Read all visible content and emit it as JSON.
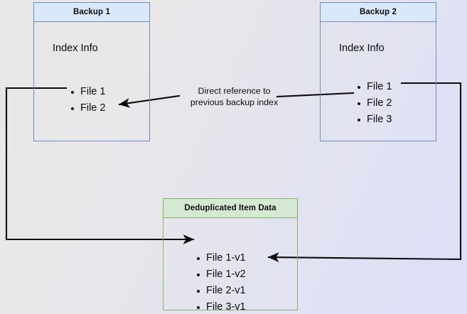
{
  "diagram": {
    "title": "Backup deduplication reference diagram",
    "background": {
      "from_color": "#e8e6e6",
      "to_color": "#dee0f6"
    },
    "colors": {
      "blue_border": "#6c8ebf",
      "blue_header_fill": "#dae8fc",
      "green_border": "#82b366",
      "green_header_fill": "#d5e8d4",
      "edge_stroke": "#0d0d0d",
      "text": "#0d0d0d"
    },
    "nodes": {
      "backup1": {
        "header": "Backup 1",
        "section_label": "Index Info",
        "files": [
          "File 1",
          "File 2"
        ]
      },
      "backup2": {
        "header": "Backup 2",
        "section_label": "Index Info",
        "files": [
          "File 1",
          "File 2",
          "File 3"
        ]
      },
      "dedup": {
        "header": "Deduplicated Item Data",
        "files": [
          "File 1-v1",
          "File 1-v2",
          "File 2-v1",
          "File 3-v1"
        ]
      }
    },
    "edges": {
      "direct_reference_label": "Direct reference to\nprevious backup index"
    }
  }
}
